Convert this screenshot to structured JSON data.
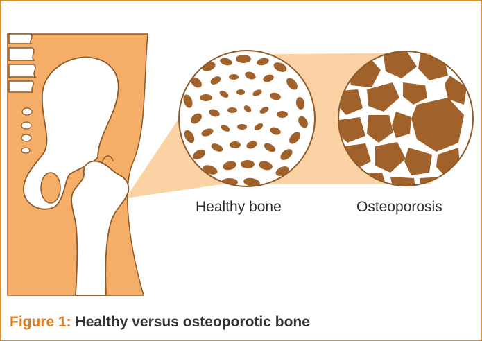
{
  "labels": {
    "healthy": "Healthy bone",
    "osteoporosis": "Osteoporosis"
  },
  "caption": {
    "prefix": "Figure 1:",
    "text": " Healthy versus osteoporotic bone"
  },
  "colors": {
    "border": "#e28f26",
    "skin": "#f5ae68",
    "zoom_wedge": "#fad2a3",
    "bone_fill": "#ffffff",
    "outline": "#8c5a2b",
    "trabecular": "#a0612a",
    "caption_prefix": "#e07a1f"
  }
}
